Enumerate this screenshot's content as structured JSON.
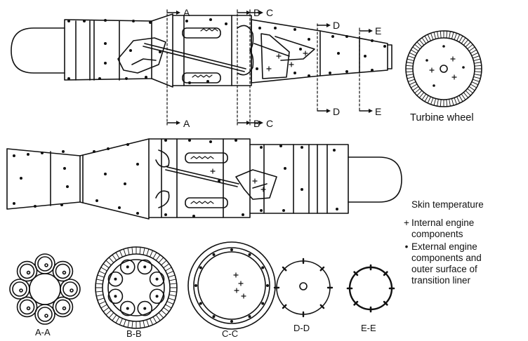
{
  "cut_labels": [
    "A",
    "B",
    "C",
    "D",
    "E"
  ],
  "turbine_label": "Turbine wheel",
  "legend": {
    "title": "Skin temperature",
    "items": [
      {
        "symbol": "+",
        "text": "Internal engine\ncomponents"
      },
      {
        "symbol": "•",
        "text": "External engine\ncomponents and\nouter surface of\ntransition liner"
      }
    ]
  },
  "sections": [
    "A-A",
    "B-B",
    "C-C",
    "D-D",
    "E-E"
  ]
}
